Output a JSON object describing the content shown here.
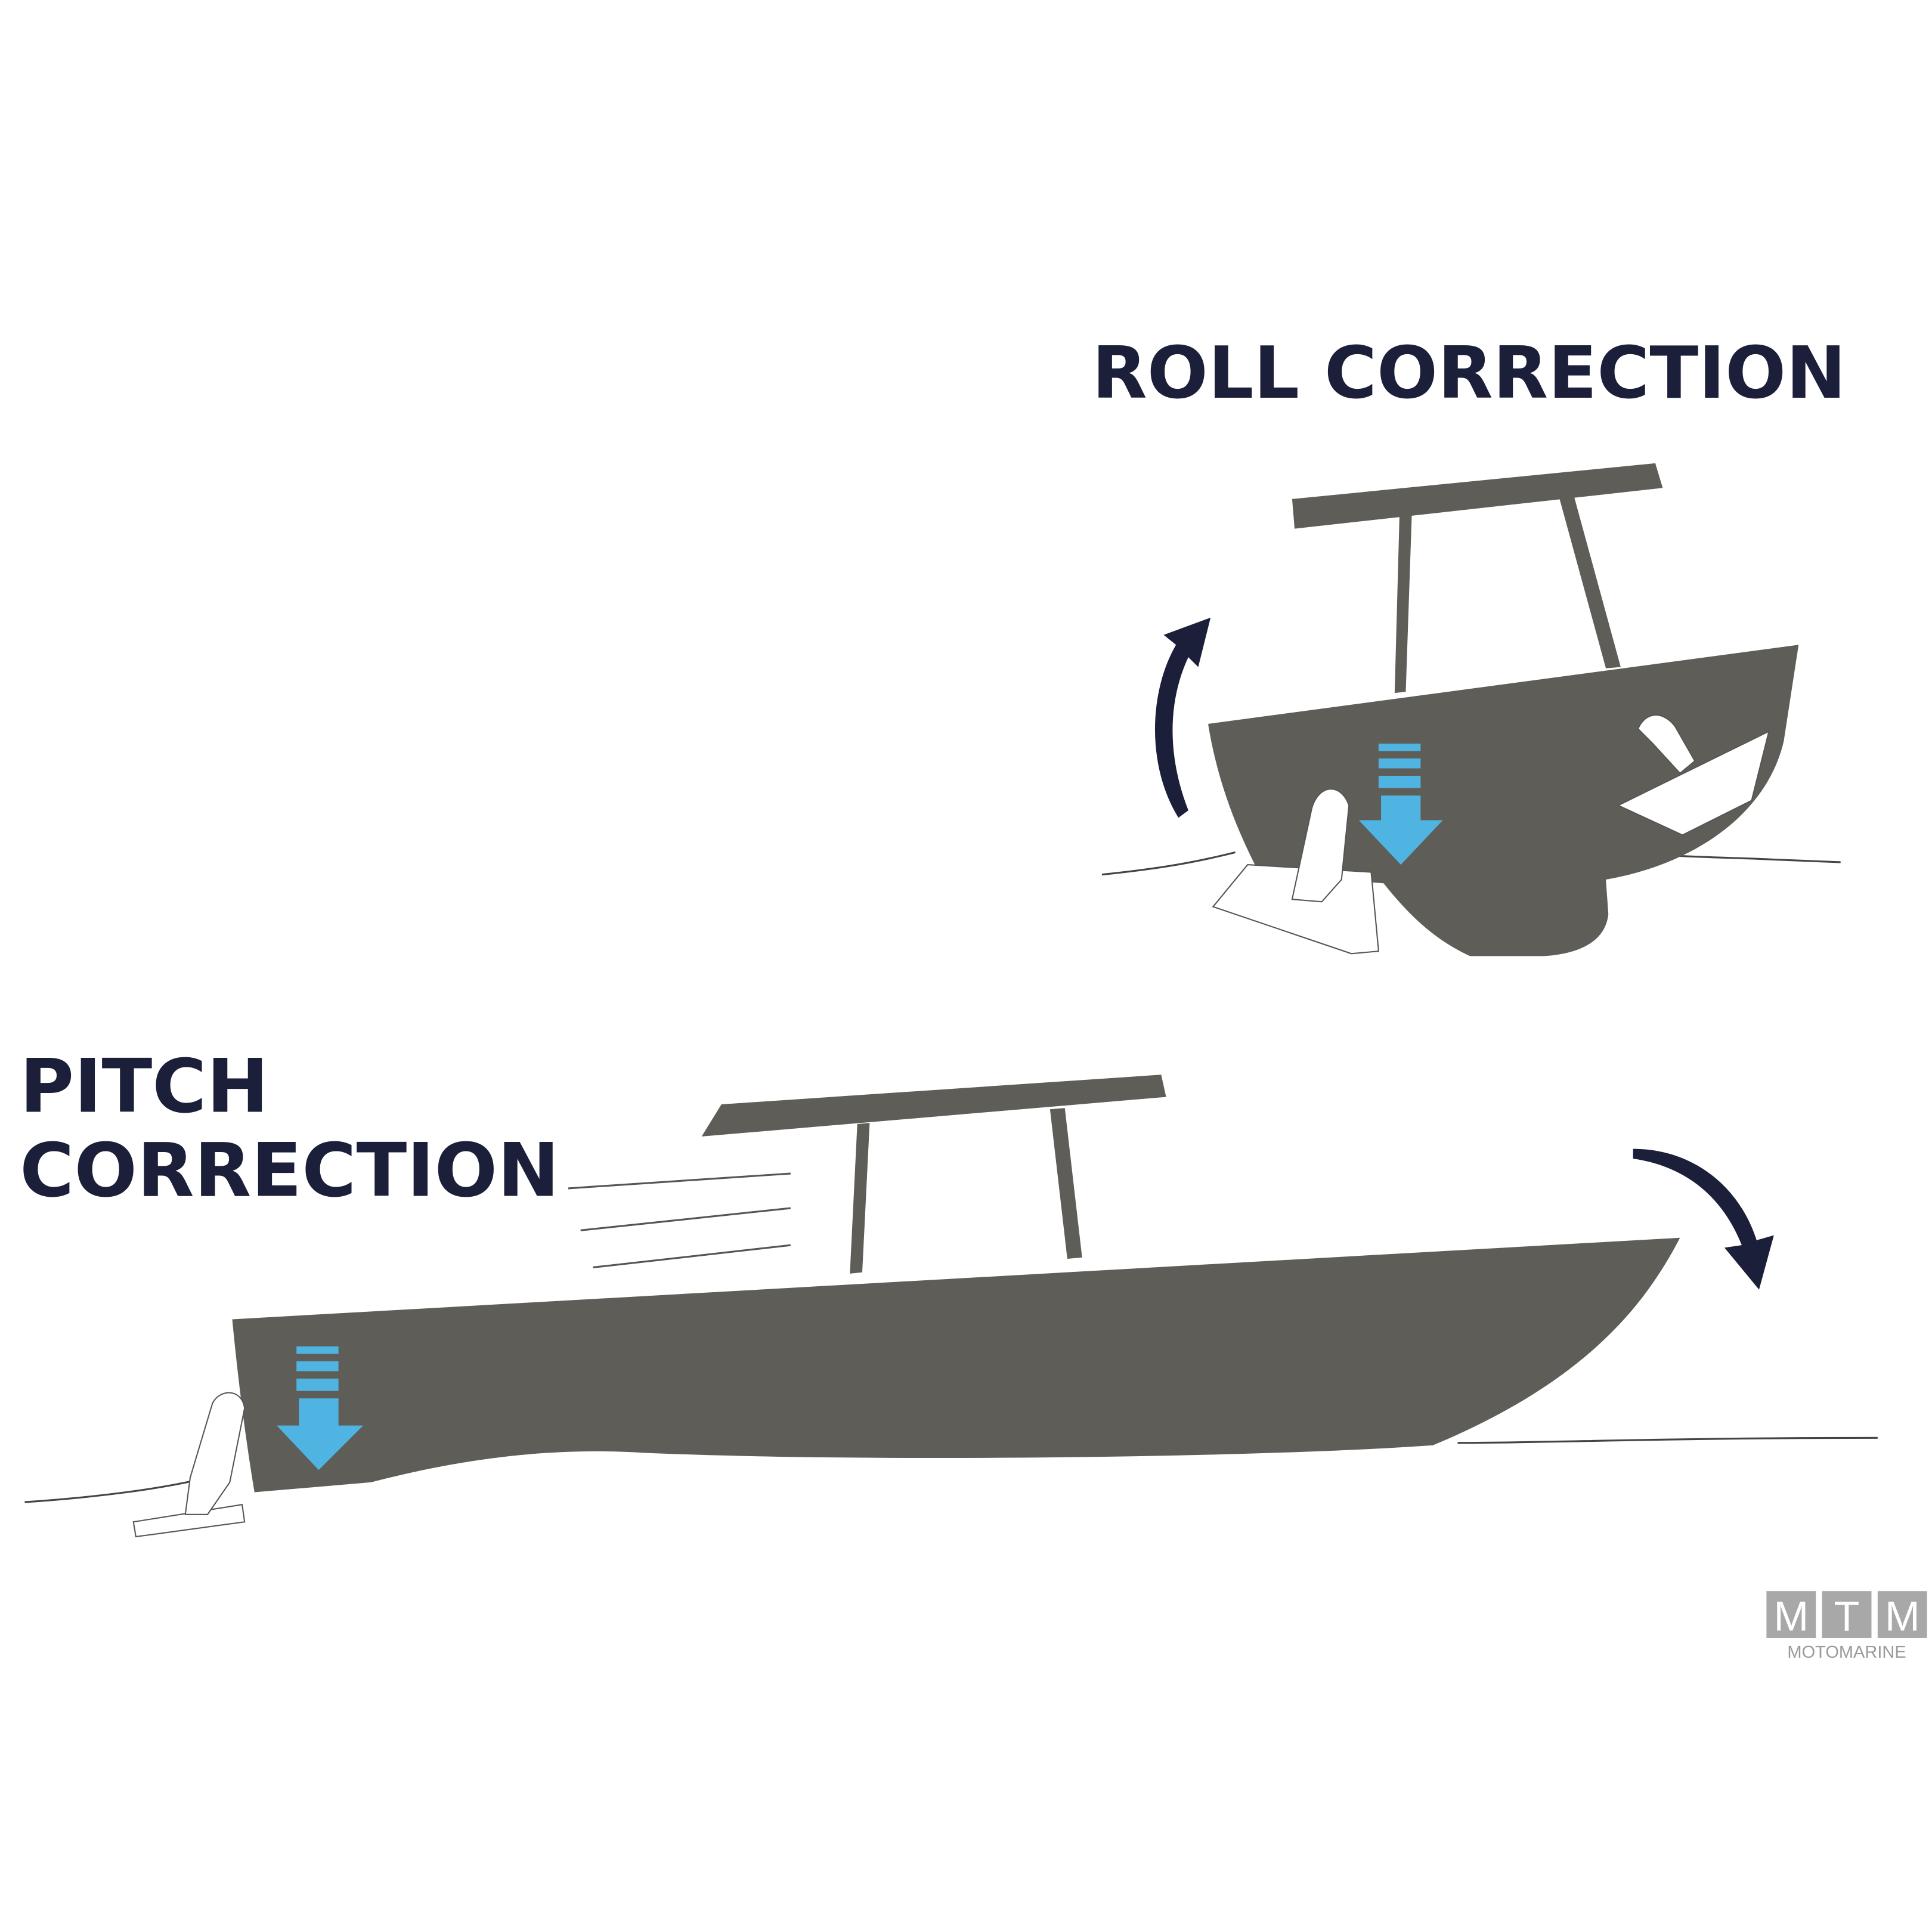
{
  "labels": {
    "roll_title": "ROLL CORRECTION",
    "pitch_title_line1": "PITCH",
    "pitch_title_line2": "CORRECTION"
  },
  "logo": {
    "letters": [
      "M",
      "T",
      "M"
    ],
    "subtitle": "MOTOMARINE"
  },
  "colors": {
    "hull": "#5f5d57",
    "arrow_blue": "#4fb4e2",
    "curved_arrow": "#1c1f3a",
    "label_text": "#1c1f3a",
    "logo_grey": "#a8a8a8"
  }
}
